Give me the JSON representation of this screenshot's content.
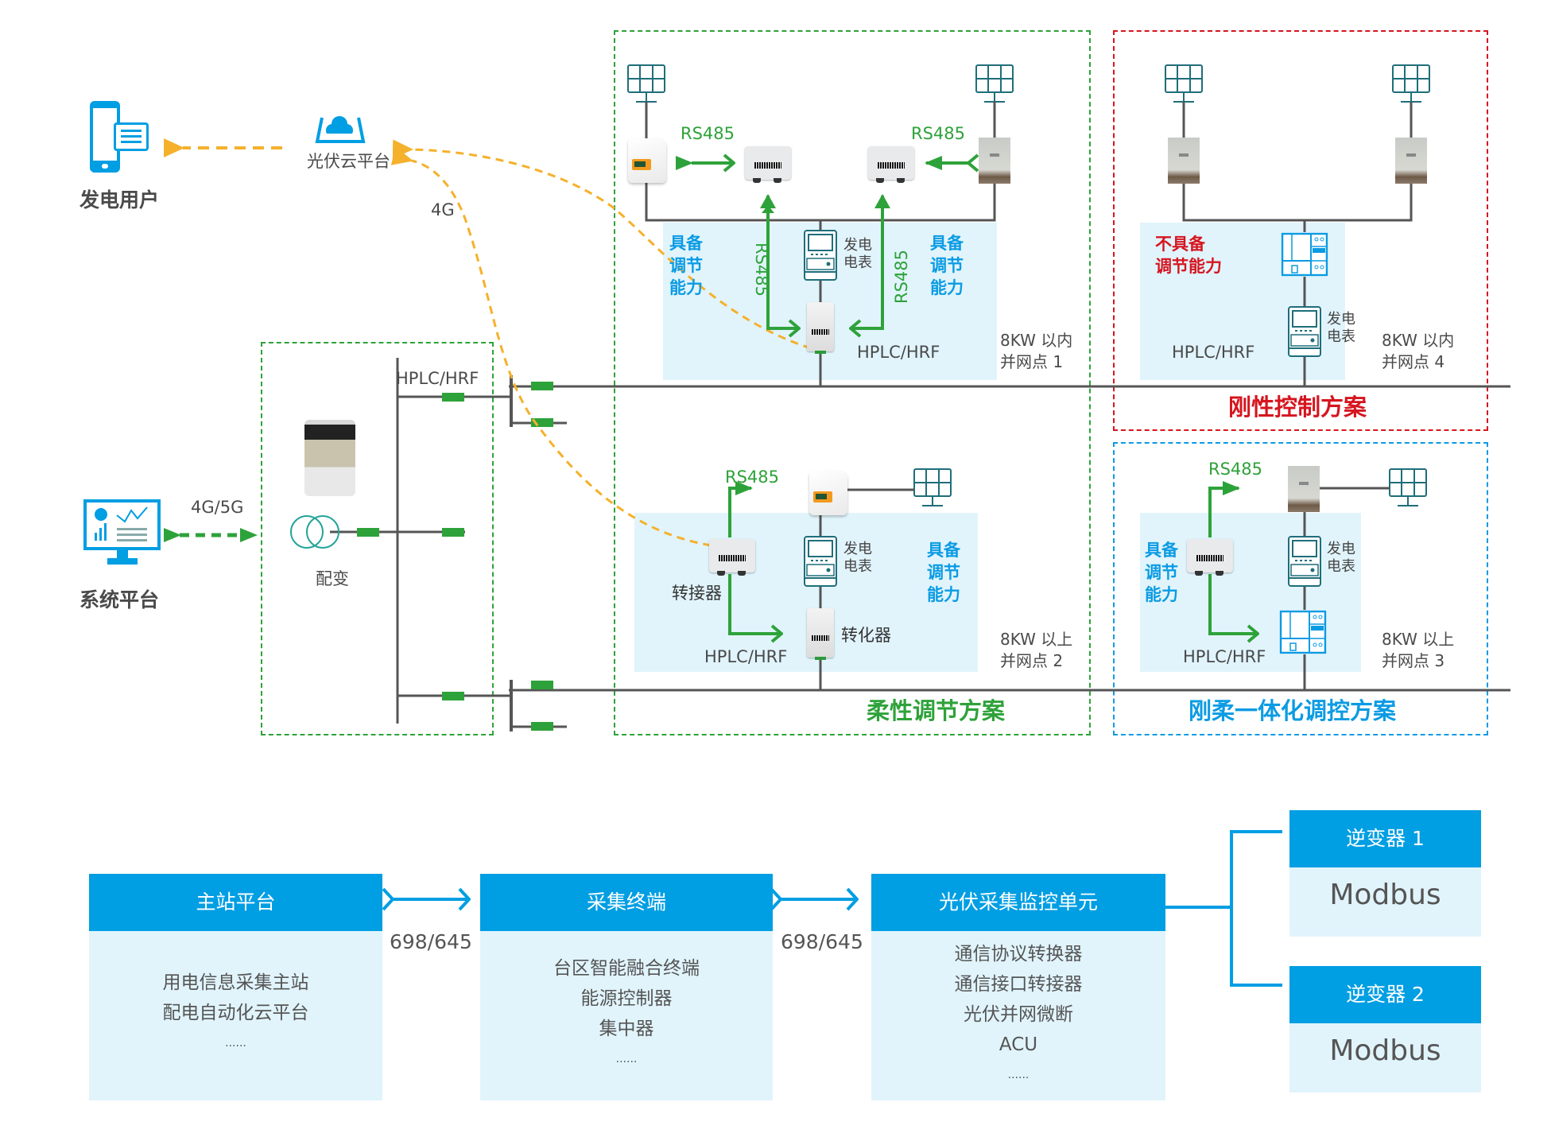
{
  "left": {
    "user_label": "发电用户",
    "cloud_label": "光伏云平台",
    "link_4g": "4G",
    "system_label": "系统平台",
    "link_4g5g": "4G/5G",
    "transformer_label": "配变",
    "hplc_label": "HPLC/HRF"
  },
  "zones": {
    "flexible": {
      "title": "柔性调节方案",
      "color": "#2ea23a",
      "point1": {
        "rs485_left": "RS485",
        "rs485_right": "RS485",
        "rs485_vert_left": "RS485",
        "rs485_vert_right": "RS485",
        "capable_left": [
          "具备",
          "调节",
          "能力"
        ],
        "capable_right": [
          "具备",
          "调节",
          "能力"
        ],
        "meter_label": [
          "发电",
          "电表"
        ],
        "hplc": "HPLC/HRF",
        "rating": "8KW 以内",
        "point": "并网点 1"
      },
      "point2": {
        "rs485": "RS485",
        "adapter_label": "转接器",
        "converter_label": "转化器",
        "meter_label": [
          "发电",
          "电表"
        ],
        "capable": [
          "具备",
          "调节",
          "能力"
        ],
        "hplc": "HPLC/HRF",
        "rating": "8KW 以上",
        "point": "并网点 2"
      }
    },
    "rigid": {
      "title": "刚性控制方案",
      "color": "#d6151f",
      "incapable": [
        "不具备",
        "调节能力"
      ],
      "meter_label": [
        "发电",
        "电表"
      ],
      "hplc": "HPLC/HRF",
      "rating": "8KW 以内",
      "point": "并网点 4"
    },
    "hybrid": {
      "title": "刚柔一体化调控方案",
      "color": "#0b9be3",
      "rs485": "RS485",
      "capable": [
        "具备",
        "调节",
        "能力"
      ],
      "meter_label": [
        "发电",
        "电表"
      ],
      "hplc": "HPLC/HRF",
      "rating": "8KW 以上",
      "point": "并网点 3"
    }
  },
  "bottom": {
    "cards": [
      {
        "title": "主站平台",
        "items": [
          "用电信息采集主站",
          "配电自动化云平台",
          "......"
        ]
      },
      {
        "title": "采集终端",
        "items": [
          "台区智能融合终端",
          "能源控制器",
          "集中器",
          "......"
        ]
      },
      {
        "title": "光伏采集监控单元",
        "items": [
          "通信协议转换器",
          "通信接口转接器",
          "光伏并网微断",
          "ACU",
          "......"
        ]
      }
    ],
    "protocols": [
      "698/645",
      "698/645"
    ],
    "inverters": [
      {
        "title": "逆变器 1",
        "protocol": "Modbus"
      },
      {
        "title": "逆变器 2",
        "protocol": "Modbus"
      }
    ]
  },
  "colors": {
    "accent_blue": "#009ee3",
    "green": "#2ea23a",
    "orange_dash": "#f5b12c",
    "red": "#d6151f",
    "zone_fill": "#e1f4fc",
    "line_gray": "#555555"
  }
}
